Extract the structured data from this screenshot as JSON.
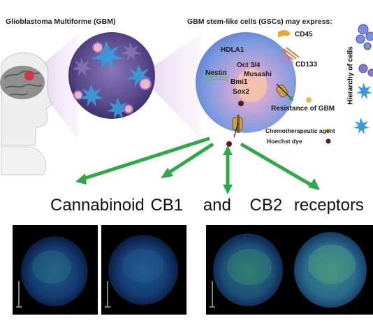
{
  "left_title": "Glioblastoma Multiforme (GBM)",
  "right_title": "GBM stem-like cells (GSCs) may express:",
  "markers": {
    "cd45": "CD45",
    "hdla1": "HDLA1",
    "oct": "Oct 3/4",
    "musashi": "Musashi",
    "cd133": "CD133",
    "nestin": "Nestin",
    "bmi1": "Bmi1",
    "sox2": "Sox2",
    "resistance": "Resistance of GBM",
    "chemo": "Chemotherapeutic agent",
    "hoechst": "Hoechst dye"
  },
  "hierarchy_label": "Hierarchy of cells",
  "receptor_text": {
    "cb1": "Cannabinoid CB1",
    "and": "and",
    "cb2": "CB2",
    "receptors": "receptors"
  },
  "colors": {
    "arrow": "#2fa84a",
    "tumor": "#5a4a8c",
    "cell": "#6a8fd8",
    "astro": "#3a9ad9",
    "background": "#ffffff"
  },
  "icons": [
    "head-icon",
    "brain-icon",
    "tumor-sphere-icon",
    "stem-cell-icon",
    "transporter-icon",
    "cell-hierarchy-icon"
  ]
}
